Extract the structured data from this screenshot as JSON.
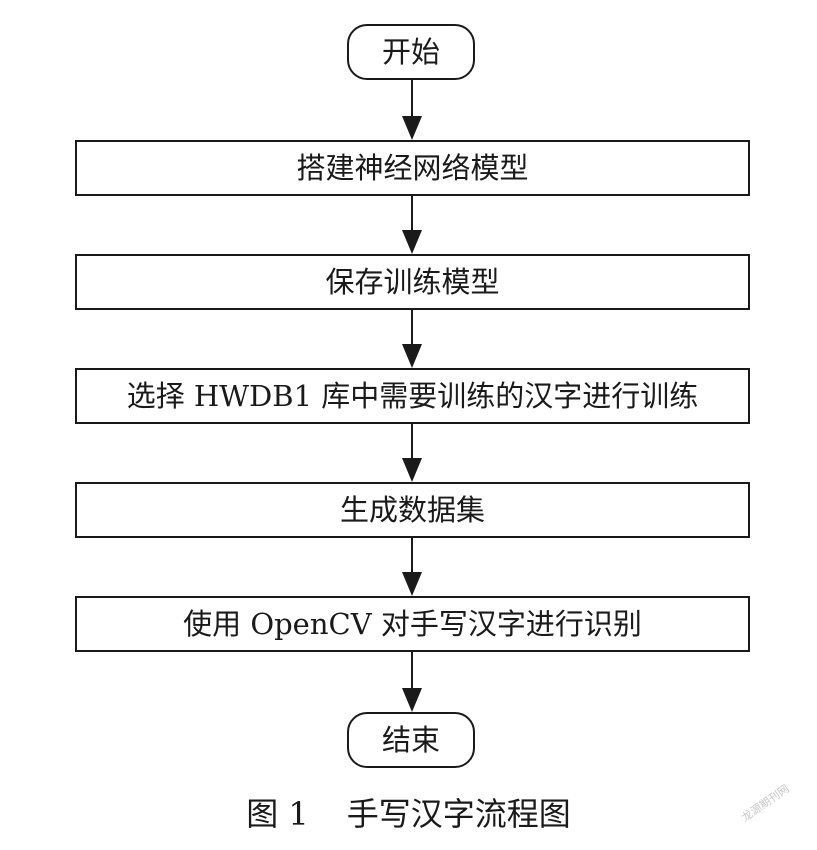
{
  "flowchart": {
    "start": "开始",
    "steps": [
      "搭建神经网络模型",
      "保存训练模型",
      "选择 HWDB1 库中需要训练的汉字进行训练",
      "生成数据集",
      "使用 OpenCV 对手写汉字进行识别"
    ],
    "end": "结束"
  },
  "caption": {
    "figure_number": "图 1",
    "title": "手写汉字流程图"
  },
  "watermark": "龙源期刊网"
}
